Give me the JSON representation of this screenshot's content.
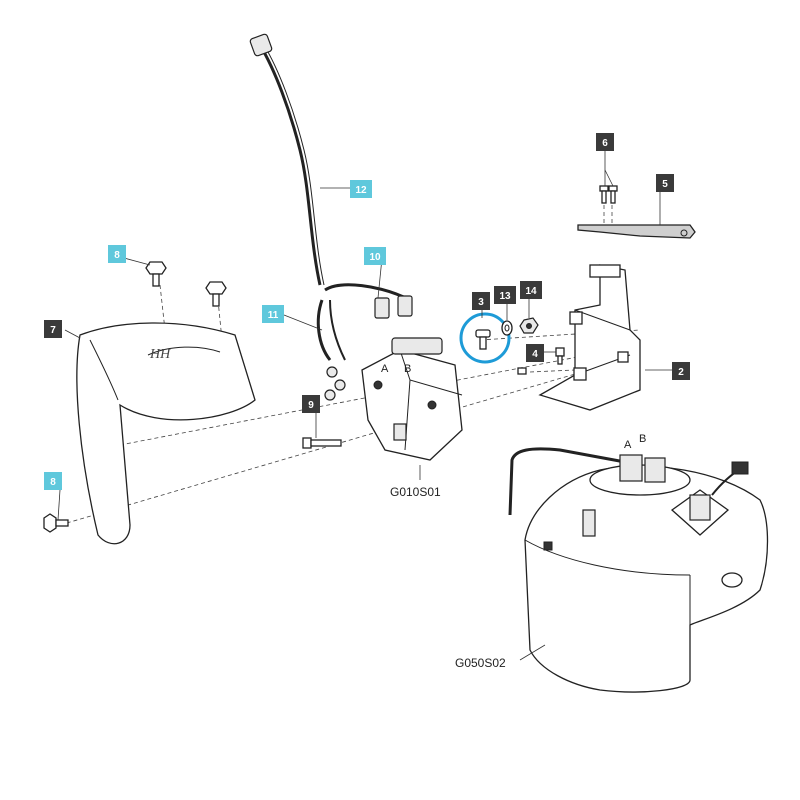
{
  "diagram": {
    "callouts": [
      {
        "key": "c3",
        "label": "3",
        "style": "dark"
      },
      {
        "key": "c13",
        "label": "13",
        "style": "dark"
      },
      {
        "key": "c14",
        "label": "14",
        "style": "dark"
      },
      {
        "key": "c4",
        "label": "4",
        "style": "dark"
      },
      {
        "key": "c2",
        "label": "2",
        "style": "dark"
      },
      {
        "key": "c5",
        "label": "5",
        "style": "dark"
      },
      {
        "key": "c6",
        "label": "6",
        "style": "dark"
      },
      {
        "key": "c7",
        "label": "7",
        "style": "dark"
      },
      {
        "key": "c9",
        "label": "9",
        "style": "dark"
      },
      {
        "key": "c8a",
        "label": "8",
        "style": "cyan"
      },
      {
        "key": "c8b",
        "label": "8",
        "style": "cyan"
      },
      {
        "key": "c10",
        "label": "10",
        "style": "cyan"
      },
      {
        "key": "c11",
        "label": "11",
        "style": "cyan"
      },
      {
        "key": "c12",
        "label": "12",
        "style": "cyan"
      }
    ],
    "subassemblies": {
      "pump": "G010S01",
      "tank": "G050S02"
    },
    "connectors": {
      "pump_a": "A",
      "pump_b": "B",
      "tank_a": "A",
      "tank_b": "B"
    },
    "highlight": {
      "part": "3",
      "color": "#1e9bd7"
    },
    "colors": {
      "dark_callout": "#3a3a3a",
      "cyan_callout": "#5fc8dc"
    }
  }
}
